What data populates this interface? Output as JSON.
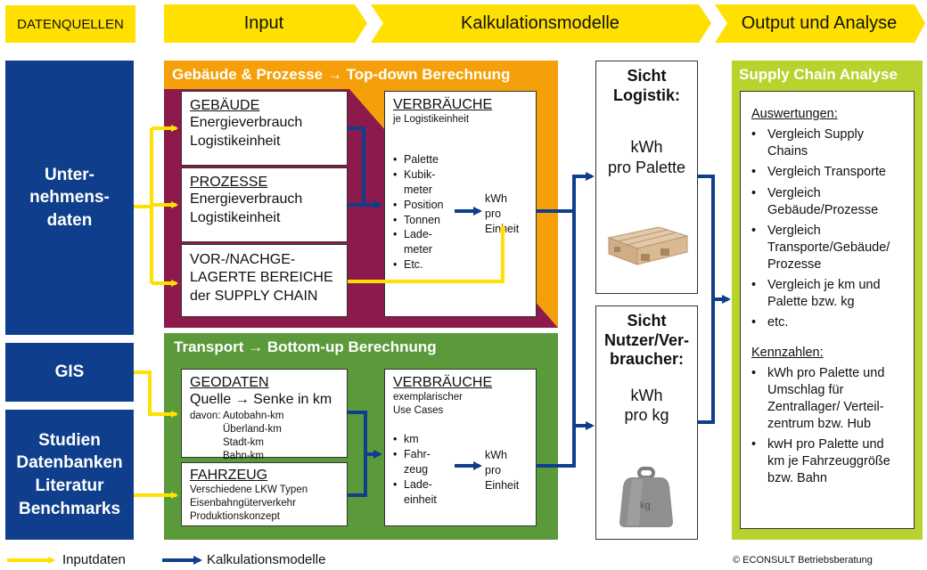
{
  "header": {
    "datenquellen": "DATENQUELLEN",
    "input": "Input",
    "kalkulation": "Kalkulationsmodelle",
    "output": "Output und Analyse"
  },
  "sources": {
    "unternehmensdaten": "Unter-\nnehmens-\ndaten",
    "gis": "GIS",
    "studien": "Studien\nDatenbanken\nLiteratur\nBenchmarks"
  },
  "top_section": {
    "title": "Gebäude & Prozesse → Top-down Berechnung",
    "gebaeude": {
      "title": "GEBÄUDE",
      "text": "Energieverbrauch\nLogistikeinheit"
    },
    "prozesse": {
      "title": "PROZESSE",
      "text": "Energieverbrauch\nLogistikeinheit"
    },
    "vor": {
      "text": "VOR-/NACHGE-\nLAGERTE BEREICHE\nder SUPPLY CHAIN"
    },
    "verbrauche": {
      "title": "VERBRÄUCHE",
      "subtitle": "je Logistikeinheit",
      "items": [
        "Palette",
        "Kubik-\nmeter",
        "Position",
        "Tonnen",
        "Lade-\nmeter",
        "Etc."
      ],
      "result": "kWh\npro\nEinheit"
    }
  },
  "bottom_section": {
    "title": "Transport → Bottom-up Berechnung",
    "geodaten": {
      "title": "GEODATEN",
      "text": "Quelle → Senke in km",
      "davon": "davon:",
      "items": [
        "Autobahn-km",
        "Überland-km",
        "Stadt-km",
        "Bahn-km"
      ]
    },
    "fahrzeug": {
      "title": "FAHRZEUG",
      "text": "Verschiedene LKW Typen\nEisenbahngüterverkehr\nProduktionskonzept"
    },
    "verbrauche": {
      "title": "VERBRÄUCHE",
      "subtitle": "exemplarischer\nUse Cases",
      "items": [
        "km",
        "Fahr-\nzeug",
        "Lade-\neinheit"
      ],
      "result": "kWh\npro\nEinheit"
    }
  },
  "sicht_logistik": {
    "title": "Sicht\nLogistik:",
    "value": "kWh\npro Palette"
  },
  "sicht_nutzer": {
    "title": "Sicht\nNutzer/Ver-\nbraucher:",
    "value": "kWh\npro kg",
    "weight_label": "kg"
  },
  "supply_chain": {
    "title": "Supply Chain Analyse",
    "auswertungen_title": "Auswertungen:",
    "auswertungen": [
      "Vergleich Supply\nChains",
      "Vergleich Transporte",
      "Vergleich\nGebäude/Prozesse",
      "Vergleich\nTransporte/Gebäude/\nProzesse",
      "Vergleich je km und\nPalette bzw. kg",
      "etc."
    ],
    "kennzahlen_title": "Kennzahlen:",
    "kennzahlen": [
      "kWh pro Palette und\nUmschlag für\nZentrallager/ Verteil-\nzentrum bzw. Hub",
      "kwH pro Palette und\nkm je Fahrzeuggröße\nbzw. Bahn"
    ]
  },
  "legend": {
    "inputdaten": "Inputdaten",
    "kalkulationsmodelle": "Kalkulationsmodelle",
    "copyright": "© ECONSULT Betriebsberatung"
  },
  "colors": {
    "yellow": "#ffe000",
    "blue": "#0f3f8c",
    "orange": "#f5a00a",
    "maroon": "#8c1a4c",
    "green": "#5b9a3a",
    "lime": "#b8d22e"
  }
}
